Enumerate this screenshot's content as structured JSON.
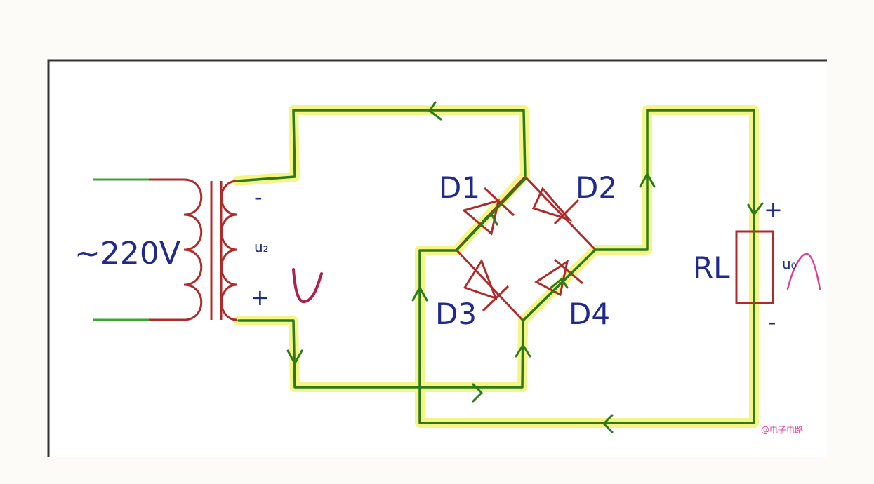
{
  "diagram": {
    "labels": {
      "source": "~220V",
      "secondary_voltage": "u₂",
      "secondary_minus": "-",
      "secondary_plus": "+",
      "d1": "D1",
      "d2": "D2",
      "d3": "D3",
      "d4": "D4",
      "load": "RL",
      "output_voltage": "u₀",
      "load_plus": "+",
      "load_minus": "-"
    },
    "watermark": "@电子电路",
    "colors": {
      "background": "#fdfbf8",
      "frame": "#333333",
      "circuit": "#b02a2a",
      "input_wire": "#3aa535",
      "current_path": "#2c7a1a",
      "highlight": "#f3f37a",
      "label": "#1f2a8c",
      "annotation": "#b0204a",
      "watermark": "#e0409a"
    }
  }
}
